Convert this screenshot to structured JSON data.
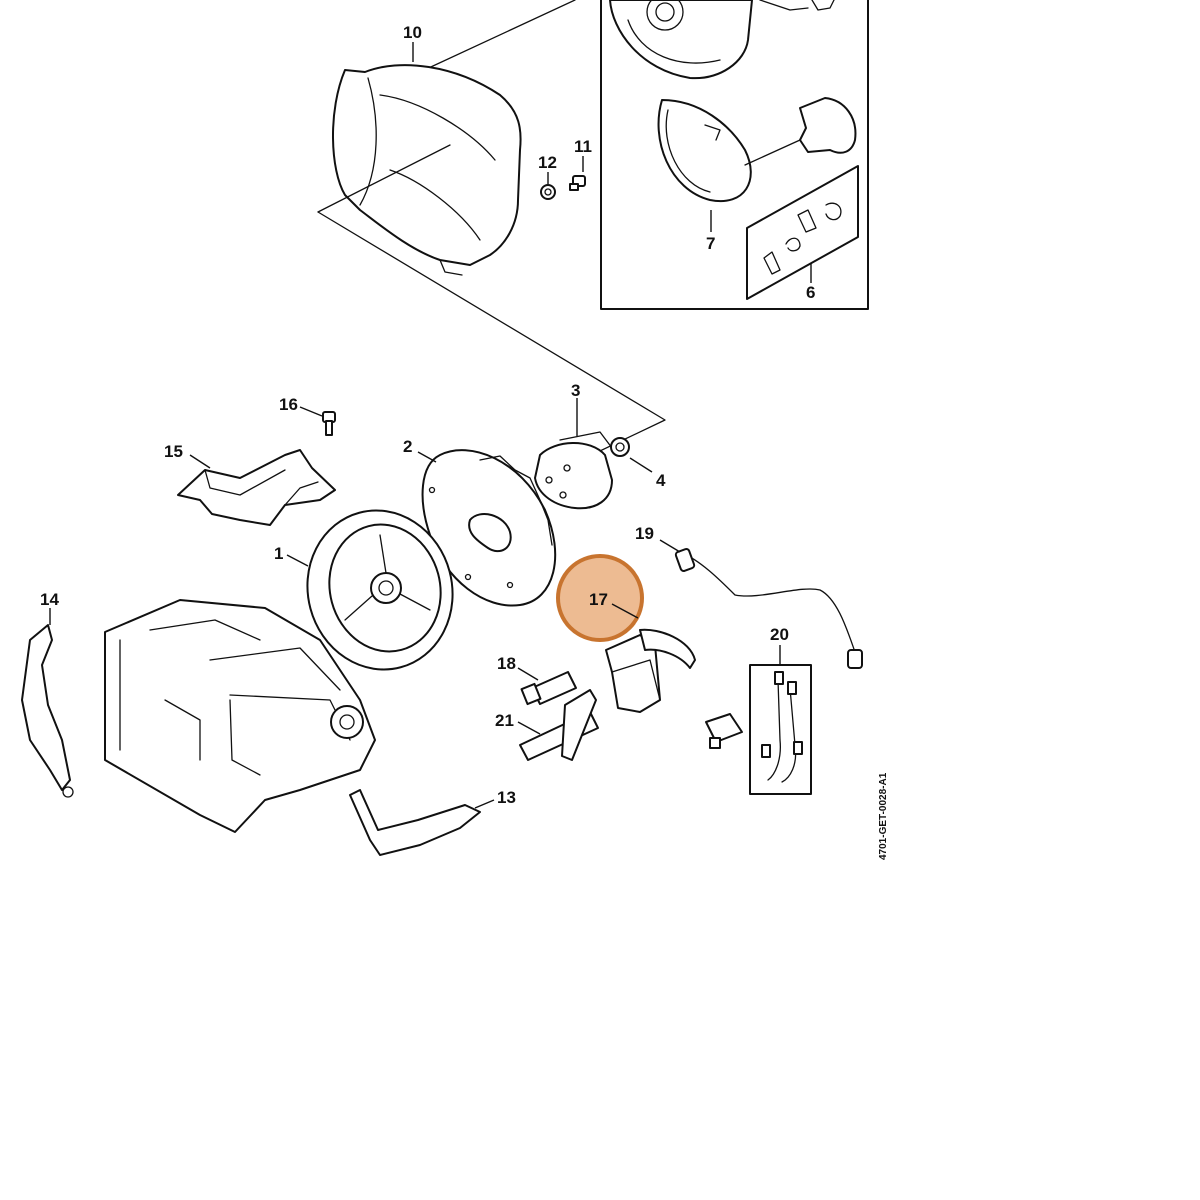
{
  "diagram": {
    "doc_id": "4701-GET-0028-A1",
    "highlight_color": "#e7a46e",
    "highlight_stroke": "#c8742f",
    "highlighted_part": "17",
    "labels": {
      "p1": "1",
      "p2": "2",
      "p3": "3",
      "p4": "4",
      "p6": "6",
      "p7": "7",
      "p10": "10",
      "p11": "11",
      "p12": "12",
      "p13": "13",
      "p14": "14",
      "p15": "15",
      "p16": "16",
      "p17": "17",
      "p18": "18",
      "p19": "19",
      "p20": "20",
      "p21": "21"
    }
  }
}
